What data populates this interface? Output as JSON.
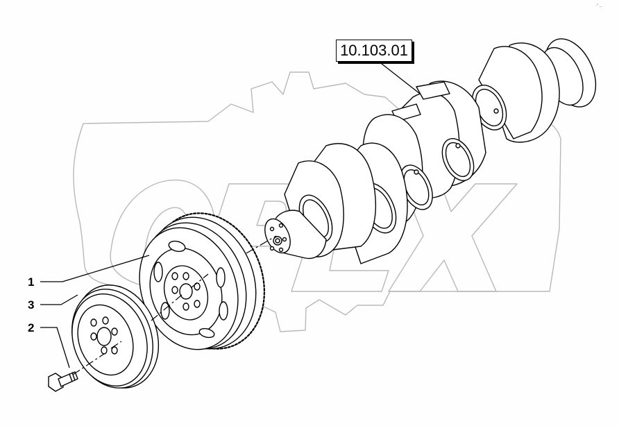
{
  "diagram": {
    "type": "exploded-parts-view",
    "subject": "crankshaft with vibration damper and pulley",
    "reference_box": {
      "label": "10.103.01"
    },
    "callouts": [
      {
        "number": "1",
        "part": "damper/flywheel with toothed ring"
      },
      {
        "number": "3",
        "part": "pulley"
      },
      {
        "number": "2",
        "part": "flange bolt"
      }
    ],
    "watermark": {
      "text": "OPEX",
      "style": "gear outline",
      "color": "#b5b5b5"
    },
    "corner_mark": "·″ ‥",
    "colors": {
      "line": "#000000",
      "watermark": "#b5b5b5",
      "background": "#fdfefd"
    }
  }
}
